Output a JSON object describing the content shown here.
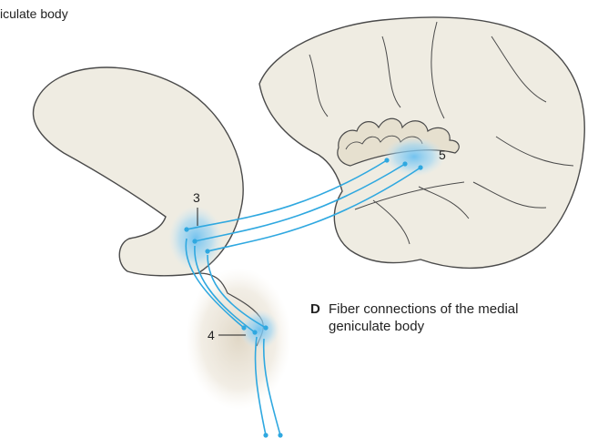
{
  "top_caption": "iculate body",
  "labels": {
    "l3": "3",
    "l4": "4",
    "l5": "5"
  },
  "caption": {
    "letter": "D",
    "line1": "Fiber connections of the medial",
    "line2": "geniculate body"
  },
  "colors": {
    "tissue_fill": "#efece2",
    "tissue_stroke": "#4a4a4a",
    "fiber": "#2fa8e0",
    "highlight": "#7fc8f0"
  }
}
